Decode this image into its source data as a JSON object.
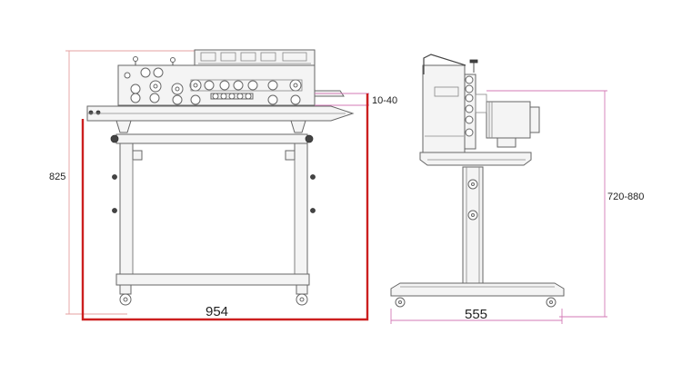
{
  "dimensions": {
    "total_height": "825",
    "width_front": "954",
    "belt_adjust": "10-40",
    "table_height": "720-880",
    "depth_side": "555"
  }
}
